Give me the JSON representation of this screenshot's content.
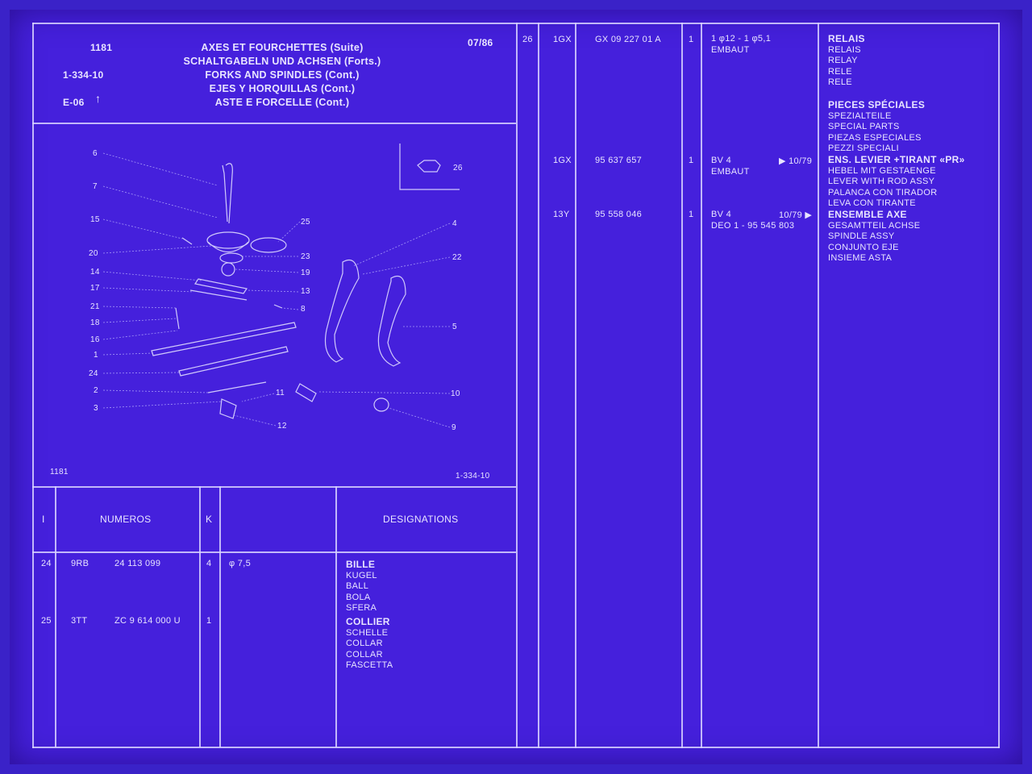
{
  "header": {
    "code": "1181",
    "ref": "1-334-10",
    "section": "E-06",
    "date": "07/86",
    "titles": [
      "AXES ET FOURCHETTES (Suite)",
      "SCHALTGABELN UND ACHSEN (Forts.)",
      "FORKS AND SPINDLES (Cont.)",
      "EJES Y HORQUILLAS (Cont.)",
      "ASTE E FORCELLE (Cont.)"
    ]
  },
  "diagram": {
    "footer_left": "1181",
    "footer_right": "1-334-10",
    "callouts_left": [
      "6",
      "7",
      "15",
      "20",
      "14",
      "17",
      "21",
      "18",
      "16",
      "1",
      "24",
      "2",
      "3"
    ],
    "callouts_mid": [
      "25",
      "23",
      "19",
      "13",
      "8",
      "11",
      "12"
    ],
    "callouts_right": [
      "26",
      "4",
      "22",
      "5",
      "10",
      "9"
    ]
  },
  "table_header": {
    "col_i": "I",
    "col_numeros": "NUMEROS",
    "col_k": "K",
    "col_designations": "DESIGNATIONS"
  },
  "left_rows": [
    {
      "i": "24",
      "code": "9RB",
      "number": "24 113 099",
      "k": "4",
      "spec": "φ 7,5",
      "names": [
        "BILLE",
        "KUGEL",
        "BALL",
        "BOLA",
        "SFERA"
      ]
    },
    {
      "i": "25",
      "code": "3TT",
      "number": "ZC 9 614 000 U",
      "k": "1",
      "spec": "",
      "names": [
        "COLLIER",
        "SCHELLE",
        "COLLAR",
        "COLLAR",
        "FASCETTA"
      ]
    }
  ],
  "right_rows": [
    {
      "i": "26",
      "code": "1GX",
      "number": "GX 09 227 01 A",
      "k": "1",
      "spec": [
        "1 φ12 - 1 φ5,1",
        "EMBAUT"
      ],
      "date": "",
      "names": [
        "RELAIS",
        "RELAIS",
        "RELAY",
        "RELE",
        "RELE"
      ]
    },
    {
      "i": "",
      "code": "",
      "number": "",
      "k": "",
      "spec": [],
      "date": "",
      "names": [
        "PIECES SPÉCIALES",
        "SPEZIALTEILE",
        "SPECIAL PARTS",
        "PIEZAS ESPECIALES",
        "PEZZI SPECIALI"
      ]
    },
    {
      "i": "",
      "code": "1GX",
      "number": "95 637 657",
      "k": "1",
      "spec": [
        "BV 4",
        "EMBAUT"
      ],
      "date": "▶ 10/79",
      "names": [
        "ENS. LEVIER +TIRANT «PR»",
        "HEBEL MIT GESTAENGE",
        "LEVER WITH ROD ASSY",
        "PALANCA CON TIRADOR",
        "LEVA CON TIRANTE"
      ]
    },
    {
      "i": "",
      "code": "13Y",
      "number": "95 558 046",
      "k": "1",
      "spec": [
        "BV 4",
        "DEO 1 - 95 545 803"
      ],
      "date": "10/79 ▶",
      "names": [
        "ENSEMBLE AXE",
        "GESAMTTEIL ACHSE",
        "SPINDLE ASSY",
        "CONJUNTO EJE",
        "INSIEME ASTA"
      ]
    }
  ]
}
